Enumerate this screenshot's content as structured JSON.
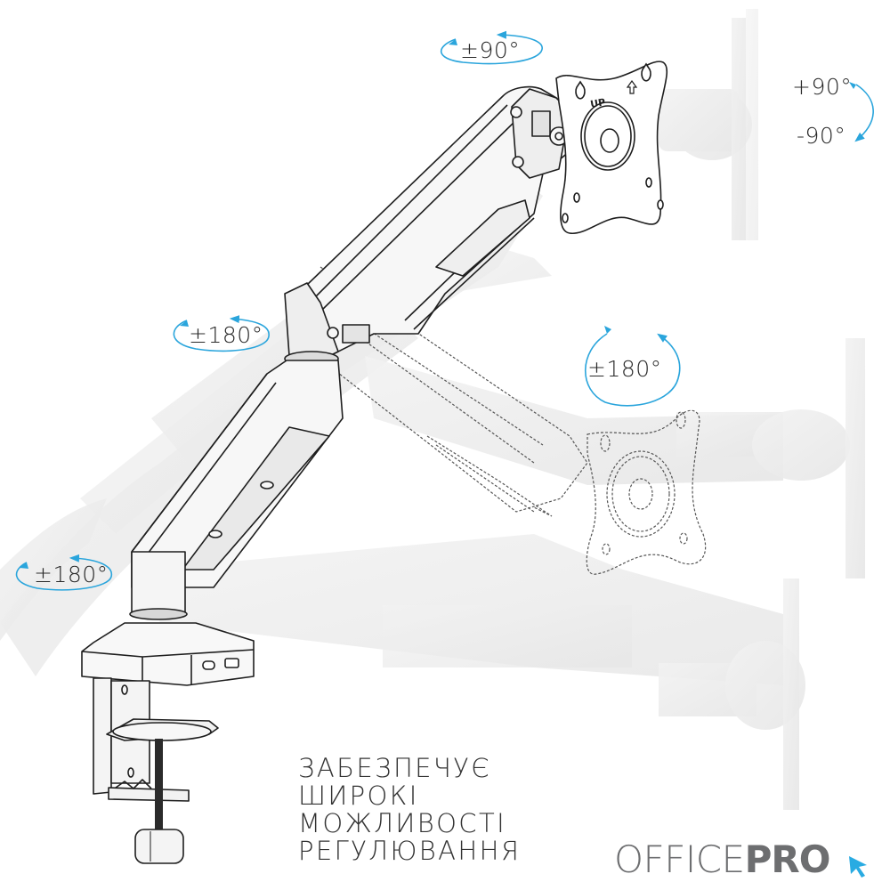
{
  "product": {
    "type": "monitor-arm-illustration",
    "accent_color": "#2aa5dc",
    "line_color": "#222222",
    "ghost_color": "#ececec"
  },
  "rotation_labels": [
    {
      "id": "tilt-head",
      "text": "±90°",
      "arrow": "horizontal-ellipse"
    },
    {
      "id": "elbow",
      "text": "±180°",
      "arrow": "horizontal-ellipse"
    },
    {
      "id": "base",
      "text": "±180°",
      "arrow": "horizontal-ellipse"
    },
    {
      "id": "swivel",
      "text": "±180°",
      "arrow": "circle"
    }
  ],
  "rotation_vertical": {
    "plus": "+90°",
    "minus": "-90°"
  },
  "plate_marking": {
    "up_text": "UP",
    "arrow_icon": "up-arrow-icon"
  },
  "tagline": {
    "lines": [
      "ЗАБЕЗПЕЧУЄ",
      "ШИРОКІ",
      "МОЖЛИВОСТІ",
      "РЕГУЛЮВАННЯ"
    ]
  },
  "logo": {
    "office": "OFFICE",
    "pro": "PRO",
    "cursor_color": "#29abe2",
    "text_color": "#6d6e70"
  }
}
